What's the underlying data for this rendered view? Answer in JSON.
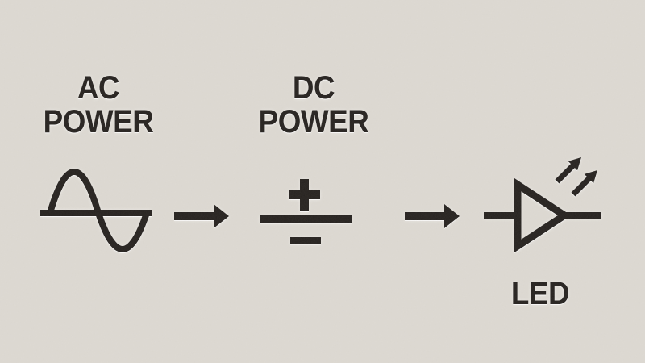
{
  "colors": {
    "background": "#dedad3",
    "ink": "#26221f"
  },
  "flow": {
    "stages": [
      {
        "id": "ac",
        "label_line1": "AC",
        "label_line2": "POWER",
        "icon": "sine-wave-icon"
      },
      {
        "id": "dc",
        "label_line1": "DC",
        "label_line2": "POWER",
        "icon": "dc-supply-icon"
      },
      {
        "id": "led",
        "label": "LED",
        "icon": "led-diode-icon"
      }
    ],
    "connectors": [
      {
        "icon": "right-arrow-icon"
      },
      {
        "icon": "right-arrow-icon"
      }
    ]
  }
}
